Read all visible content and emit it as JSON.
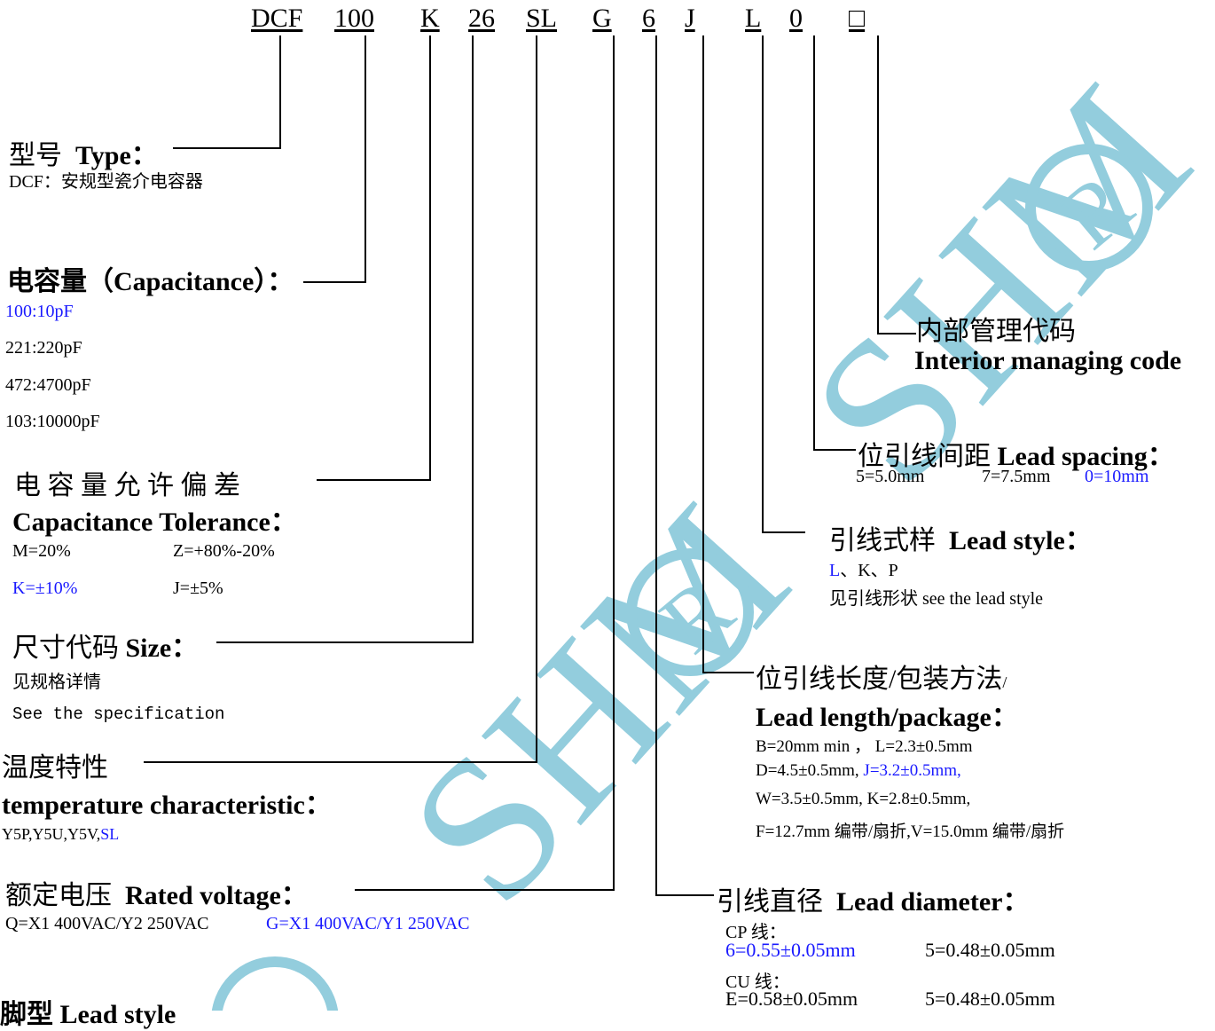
{
  "codes": [
    "DCF",
    "100",
    "K",
    "26",
    "SL",
    "G",
    "6",
    "J",
    "L",
    "0",
    "□"
  ],
  "watermark": {
    "text": "SHM",
    "mark": "®",
    "color": "#8ecbdc"
  },
  "type": {
    "cn": "型号",
    "en": "Type：",
    "desc": "DCF：安规型瓷介电容器"
  },
  "capacitance": {
    "title": "电容量（Capacitance）：",
    "items": [
      "100:10pF",
      "221:220pF",
      "472:4700pF",
      "103:10000pF"
    ]
  },
  "tolerance": {
    "cn": "电 容 量 允 许 偏 差",
    "en": "Capacitance Tolerance：",
    "items": [
      "M=20%",
      "Z=+80%-20%",
      "K=±10%",
      "J=±5%"
    ]
  },
  "size": {
    "cn": "尺寸代码",
    "en": "Size：",
    "desc1": "见规格详情",
    "desc2": "See the specification"
  },
  "temperature": {
    "cn": "温度特性",
    "en": "temperature characteristic：",
    "values": [
      "Y5P,",
      "Y5U,",
      "Y5V,",
      "SL"
    ]
  },
  "voltage": {
    "cn": "额定电压",
    "en": "Rated voltage：",
    "q": "Q=X1 400VAC/Y2 250VAC",
    "g": "G=X1 400VAC/Y1 250VAC"
  },
  "lead_shape": {
    "title": "脚型 Lead style"
  },
  "interior": {
    "cn": "内部管理代码",
    "en": "Interior managing code"
  },
  "spacing": {
    "cn": "位引线间距",
    "en": "Lead spacing：",
    "items": [
      "5=5.0mm",
      "7=7.5mm",
      "0=10mm"
    ]
  },
  "lead_style": {
    "cn": "引线式样",
    "en": "Lead style：",
    "opts": [
      "L",
      "、K、P"
    ],
    "desc": "见引线形状 see the lead style"
  },
  "lead_length": {
    "cn": "位引线长度/包装方法",
    "slash": "/",
    "en": "Lead length/package：",
    "line1": "B=20mm min ， L=2.3±0.5mm",
    "line2a": "D=4.5±0.5mm,",
    "line2b": "J=3.2±0.5mm,",
    "line3": "W=3.5±0.5mm,  K=2.8±0.5mm,",
    "line4": "F=12.7mm 编带/扇折,V=15.0mm 编带/扇折"
  },
  "lead_diameter": {
    "cn": "引线直径",
    "en": "Lead diameter：",
    "cp": "CP 线：",
    "cp_a": "6=0.55±0.05mm",
    "cp_b": "5=0.48±0.05mm",
    "cu": "CU 线：",
    "cu_a": "E=0.58±0.05mm",
    "cu_b": "5=0.48±0.05mm"
  }
}
